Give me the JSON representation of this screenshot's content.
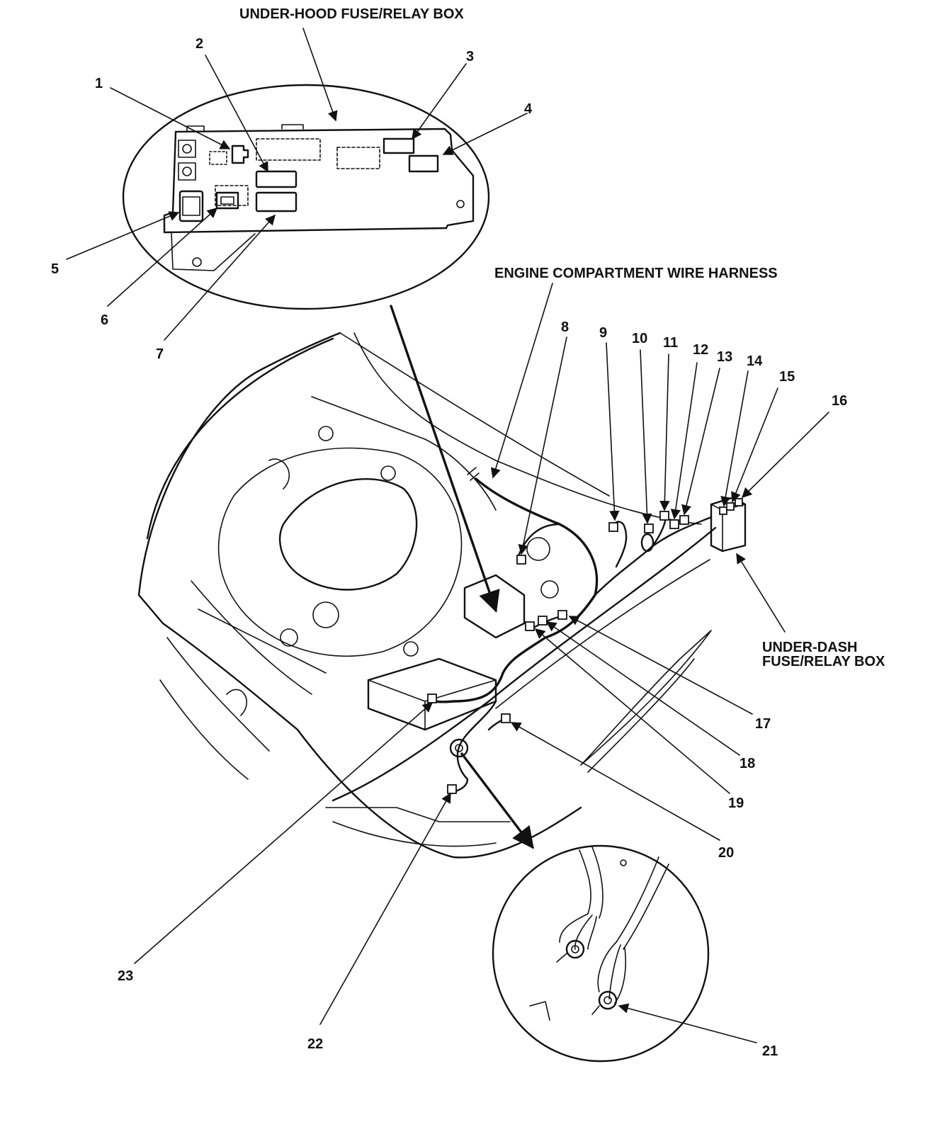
{
  "titles": {
    "underhood_box": "UNDER-HOOD FUSE/RELAY BOX",
    "engine_harness": "ENGINE COMPARTMENT WIRE HARNESS",
    "underdash_line1": "UNDER-DASH",
    "underdash_line2": "FUSE/RELAY BOX"
  },
  "callouts": [
    "1",
    "2",
    "3",
    "4",
    "5",
    "6",
    "7",
    "8",
    "9",
    "10",
    "11",
    "12",
    "13",
    "14",
    "15",
    "16",
    "17",
    "18",
    "19",
    "20",
    "21",
    "22",
    "23"
  ]
}
